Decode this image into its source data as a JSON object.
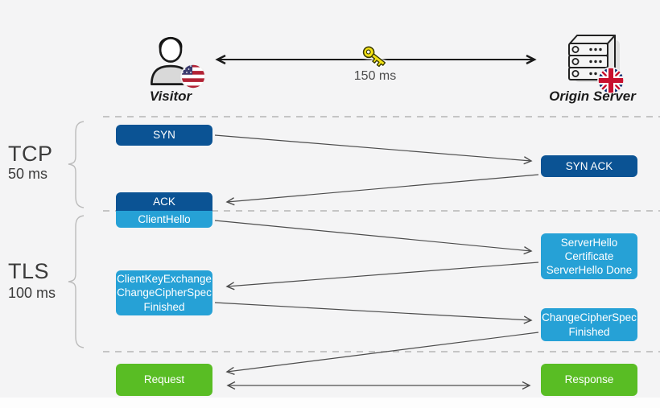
{
  "header": {
    "visitor_label": "Visitor",
    "visitor_icon": "person-icon",
    "visitor_flag": "us-flag-icon",
    "server_label": "Origin Server",
    "server_icon": "server-rack-icon",
    "server_flag": "uk-flag-icon",
    "key_icon": "key-icon",
    "latency_label": "150 ms"
  },
  "sections": {
    "tcp": {
      "label": "TCP",
      "duration": "50 ms"
    },
    "tls": {
      "label": "TLS",
      "duration": "100 ms"
    }
  },
  "messages": {
    "syn": "SYN",
    "syn_ack": "SYN ACK",
    "ack": "ACK",
    "client_hello": "ClientHello",
    "server_hello": "ServerHello\nCertificate\nServerHello Done",
    "client_key_exchange": "ClientKeyExchange\nChangeCipherSpec\nFinished",
    "change_cipher_spec": "ChangeCipherSpec\nFinished",
    "request": "Request",
    "response": "Response"
  },
  "flows": [
    {
      "from": "Visitor",
      "to": "Origin Server",
      "label": "150 ms",
      "bidirectional": true
    },
    {
      "from": "SYN",
      "to": "SYN ACK"
    },
    {
      "from": "SYN ACK",
      "to": "ACK"
    },
    {
      "from": "ClientHello",
      "to": "ServerHello Certificate ServerHello Done"
    },
    {
      "from": "ServerHello Certificate ServerHello Done",
      "to": "ClientKeyExchange ChangeCipherSpec Finished"
    },
    {
      "from": "ClientKeyExchange ChangeCipherSpec Finished",
      "to": "ChangeCipherSpec Finished"
    },
    {
      "from": "ChangeCipherSpec Finished",
      "to": "Request"
    },
    {
      "from": "Request",
      "to": "Response",
      "bidirectional": true
    }
  ],
  "colors": {
    "background": "#f4f4f5",
    "tcp_box": "#0b5394",
    "tls_box": "#26a1d6",
    "http_box": "#59bd24",
    "message_arrow": "#4d4d4d",
    "header_arrow": "#1a1a1a",
    "dashed_line": "#b5b5b5",
    "label_text": "#3b3b3b"
  }
}
